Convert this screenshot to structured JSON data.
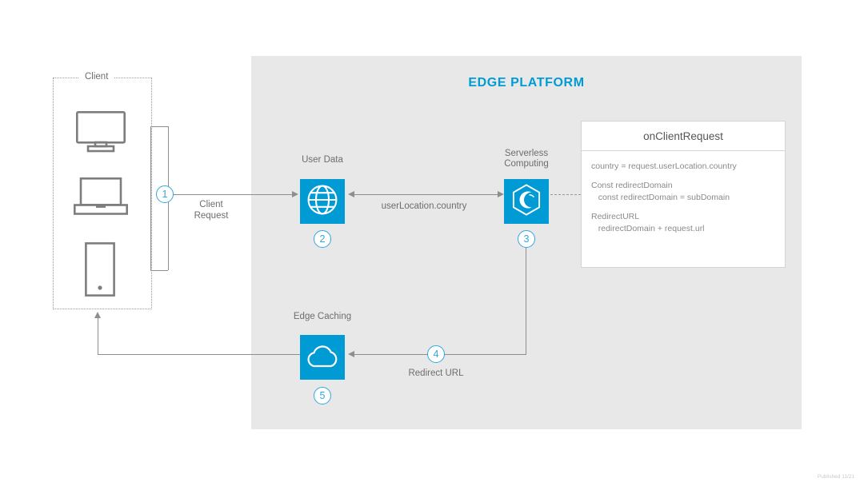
{
  "diagram": {
    "edge_platform": {
      "title": "EDGE PLATFORM"
    },
    "client_group": {
      "label": "Client"
    },
    "nodes": [
      {
        "id": "user-data",
        "label": "User Data",
        "icon": "globe-icon",
        "marker": "2"
      },
      {
        "id": "serverless",
        "label": "Serverless\nComputing",
        "icon": "hexagon-wave-icon",
        "marker": "3"
      },
      {
        "id": "edge-cache",
        "label": "Edge Caching",
        "icon": "cloud-icon",
        "marker": "5"
      }
    ],
    "node_labels": {
      "user_data": "User Data",
      "serverless_line1": "Serverless",
      "serverless_line2": "Computing",
      "edge_caching": "Edge Caching"
    },
    "markers": {
      "one": "1",
      "two": "2",
      "three": "3",
      "four": "4",
      "five": "5"
    },
    "flows": [
      {
        "id": "client-request",
        "line1": "Client",
        "line2": "Request"
      },
      {
        "id": "user-location",
        "label": "userLocation.country"
      },
      {
        "id": "redirect-url",
        "label": "Redirect URL"
      }
    ],
    "flow_labels": {
      "client_request_l1": "Client",
      "client_request_l2": "Request",
      "user_location": "userLocation.country",
      "redirect_url": "Redirect URL"
    },
    "code_panel": {
      "title": "onClientRequest",
      "lines": [
        "country = request.userLocation.country",
        "",
        "Const redirectDomain",
        "   const redirectDomain = subDomain",
        "",
        "RedirectURL",
        "   redirectDomain + request.url"
      ],
      "line_0": "country = request.userLocation.country",
      "line_1": "Const redirectDomain",
      "line_2": "   const redirectDomain = subDomain",
      "line_3": "RedirectURL",
      "line_4": "   redirectDomain + request.url"
    },
    "devices": [
      {
        "id": "monitor",
        "icon": "desktop-monitor-icon"
      },
      {
        "id": "laptop",
        "icon": "laptop-icon"
      },
      {
        "id": "phone",
        "icon": "smartphone-icon"
      }
    ],
    "footer": {
      "text": "Published 11/21"
    },
    "colors": {
      "accent_blue": "#009bd5",
      "marker_blue": "#2fa8dc",
      "panel_gray": "#e8e8e8",
      "line_gray": "#8e8e8e",
      "text_gray": "#6d6d6d"
    }
  }
}
